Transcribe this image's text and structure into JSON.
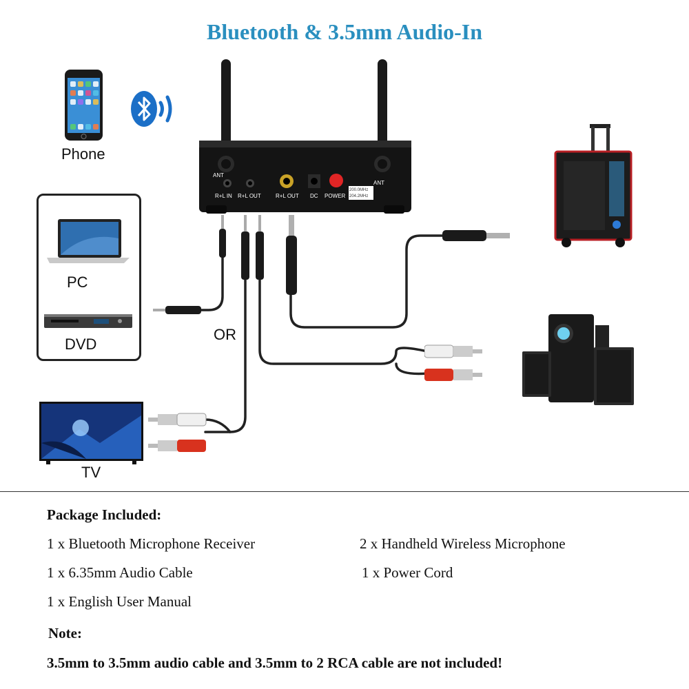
{
  "title": "Bluetooth & 3.5mm Audio-In",
  "devices": {
    "phone": "Phone",
    "pc": "PC",
    "dvd": "DVD",
    "tv": "TV",
    "or": "OR"
  },
  "receiver": {
    "ports": [
      "ANT",
      "R+L IN",
      "R+L OUT",
      "R+L OUT",
      "DC",
      "POWER",
      "ANT"
    ],
    "freq1": "200.0MHz",
    "freq2": "204.2MHz"
  },
  "package": {
    "heading": "Package Included:",
    "items": [
      "1 x Bluetooth Microphone Receiver",
      "2 x Handheld Wireless Microphone",
      "1 x 6.35mm Audio Cable",
      "1 x Power Cord",
      "1 x English User Manual"
    ]
  },
  "note": {
    "heading": "Note:",
    "text": "3.5mm to 3.5mm audio cable and 3.5mm to 2 RCA cable are not included!"
  },
  "colors": {
    "title": "#2a8fbf",
    "bluetooth": "#1b6fc7",
    "rca_red": "#d8321e",
    "rca_white": "#f0f0f0",
    "power_button": "#e02525"
  }
}
